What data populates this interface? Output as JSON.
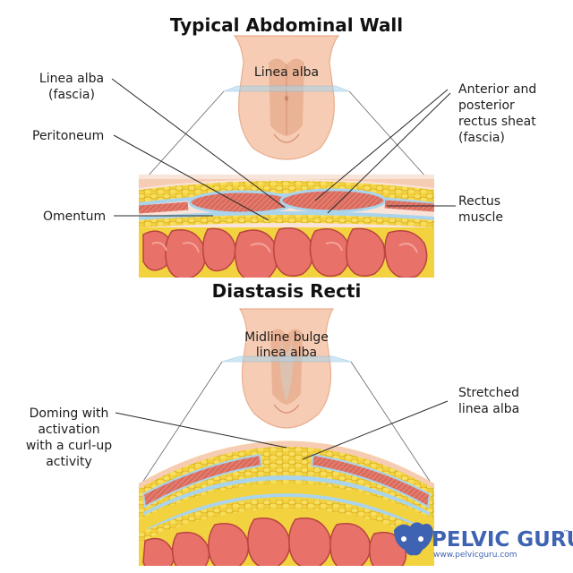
{
  "diagram": {
    "top_title": "Typical Abdominal Wall",
    "bottom_title": "Diastasis Recti",
    "top_labels": {
      "linea_alba_torso": "Linea alba",
      "linea_alba_fascia_1": "Linea alba",
      "linea_alba_fascia_2": "(fascia)",
      "peritoneum": "Peritoneum",
      "omentum": "Omentum",
      "rectus_sheath_1": "Anterior and",
      "rectus_sheath_2": "posterior",
      "rectus_sheath_3": "rectus sheat",
      "rectus_sheath_4": "(fascia)",
      "rectus_muscle_1": "Rectus",
      "rectus_muscle_2": "muscle"
    },
    "bottom_labels": {
      "midline_bulge_1": "Midline bulge",
      "midline_bulge_2": "linea alba",
      "stretched_1": "Stretched",
      "stretched_2": "linea alba",
      "doming_1": "Doming with",
      "doming_2": "activation",
      "doming_3": "with a curl-up",
      "doming_4": "activity"
    },
    "logo": {
      "name": "PELVIC GURU",
      "tm": "™",
      "url": "www.pelvicguru.com"
    },
    "colors": {
      "skin": "#f6cdb4",
      "skin_shadow": "#e9ad8f",
      "muscle": "#e27a6c",
      "muscle_dark": "#c95549",
      "fat": "#f3d23f",
      "fat_dark": "#dcae1f",
      "fascia": "#a9d4ec",
      "intestine": "#e8716a",
      "intestine_dark": "#b9453f",
      "logo_blue": "#3f63b3",
      "leader_line": "#2a2a2a"
    }
  }
}
